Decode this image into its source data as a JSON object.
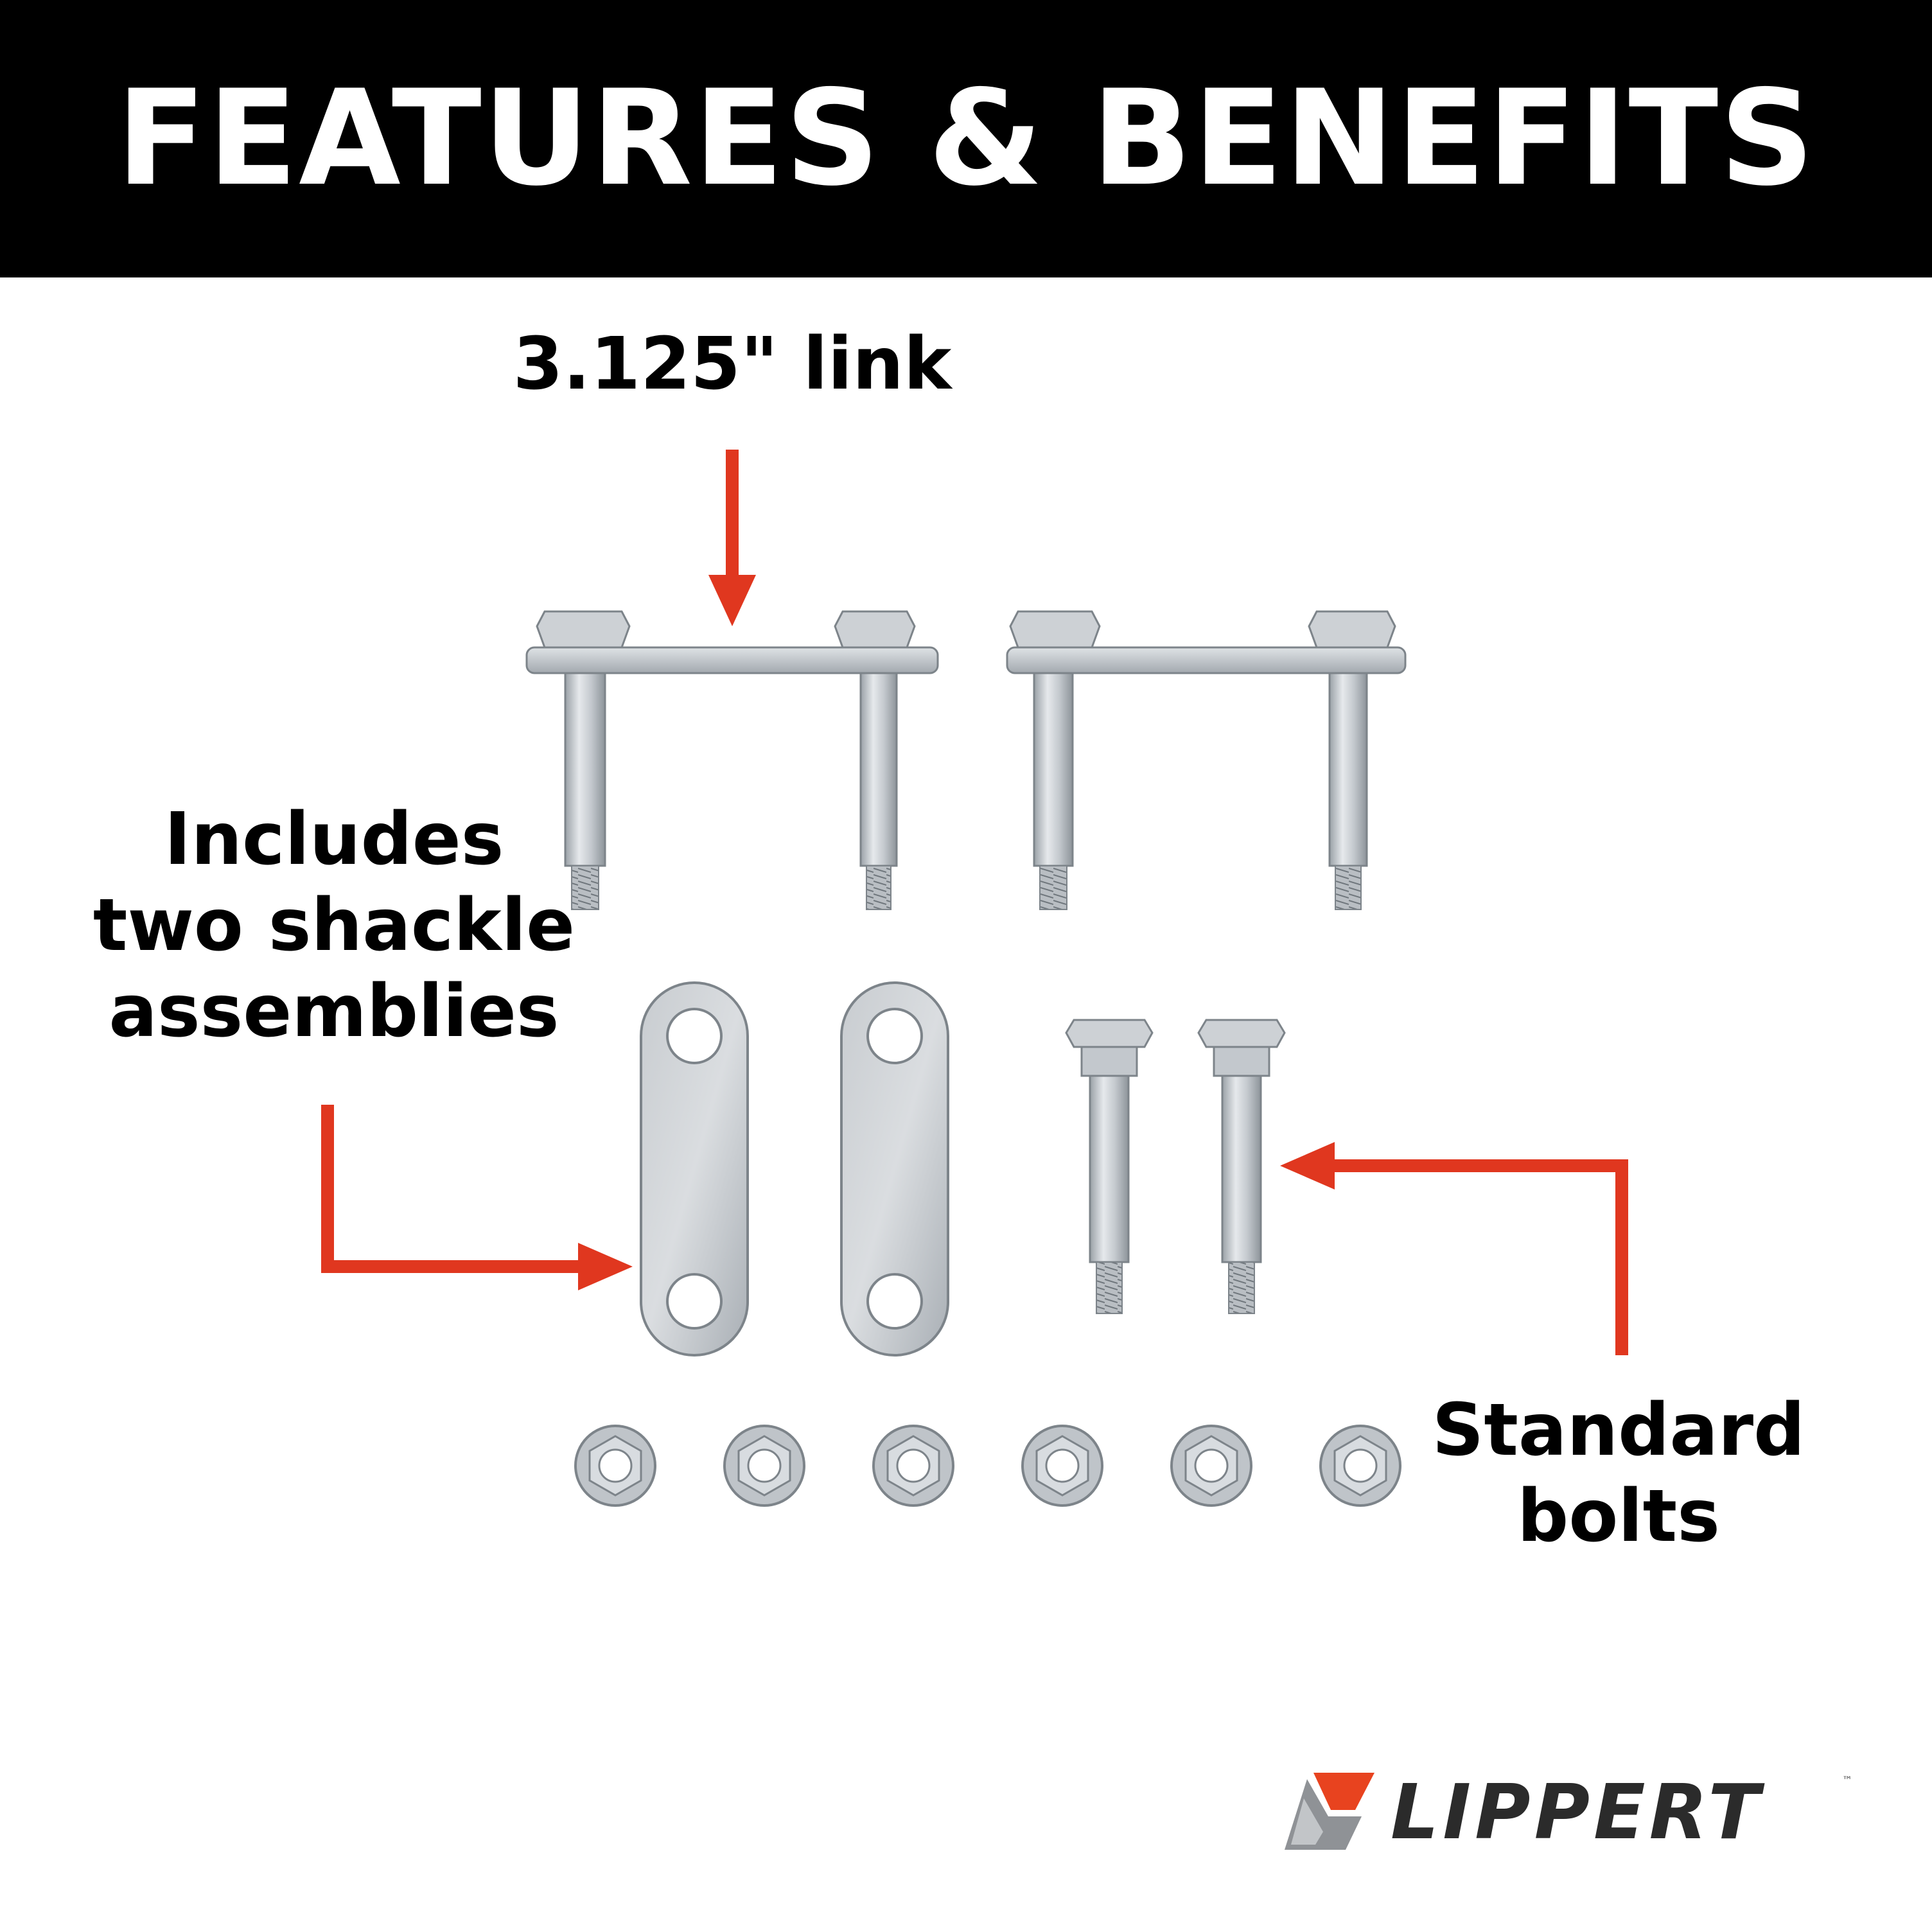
{
  "header": {
    "title": "FEATURES & BENEFITS"
  },
  "callouts": {
    "link": "3.125\" link",
    "shackle_line1": "Includes",
    "shackle_line2": "two shackle",
    "shackle_line3": "assemblies",
    "bolts_line1": "Standard",
    "bolts_line2": "bolts"
  },
  "brand": {
    "name": "LIPPERT",
    "trademark": "™"
  },
  "colors": {
    "header_bg": "#000000",
    "arrow": "#e0371f",
    "metal": "#c9cdd1",
    "logo_orange": "#e8431f"
  }
}
